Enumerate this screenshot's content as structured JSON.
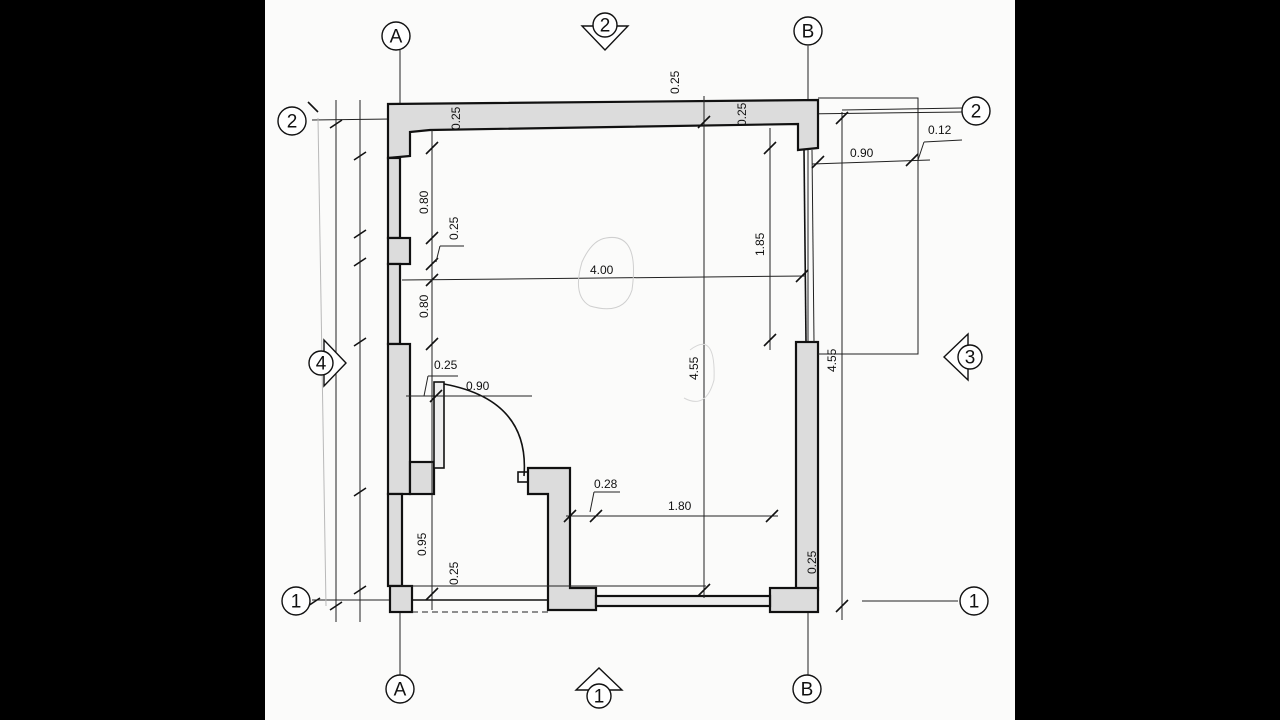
{
  "grid": {
    "A": "A",
    "B": "B",
    "one": "1",
    "two": "2"
  },
  "sections": {
    "top": "2",
    "bottom": "1",
    "left": "4",
    "right": "3"
  },
  "dimensions": {
    "top_wall": "0.25",
    "top_wall_left": "0.25",
    "top_wall_right": "0.25",
    "right_offset": "0.12",
    "right_projection": "0.90",
    "left_upper": "0.80",
    "left_pier": "0.25",
    "left_window": "0.80",
    "door_jamb": "0.25",
    "door_width": "0.90",
    "left_lower": "0.95",
    "bottom_wall_left": "0.25",
    "room_width": "4.00",
    "right_upper": "1.85",
    "room_depth": "4.55",
    "right_overall": "4.55",
    "partition": "0.28",
    "partition_offset": "1.80",
    "bottom_wall_right": "0.25"
  }
}
